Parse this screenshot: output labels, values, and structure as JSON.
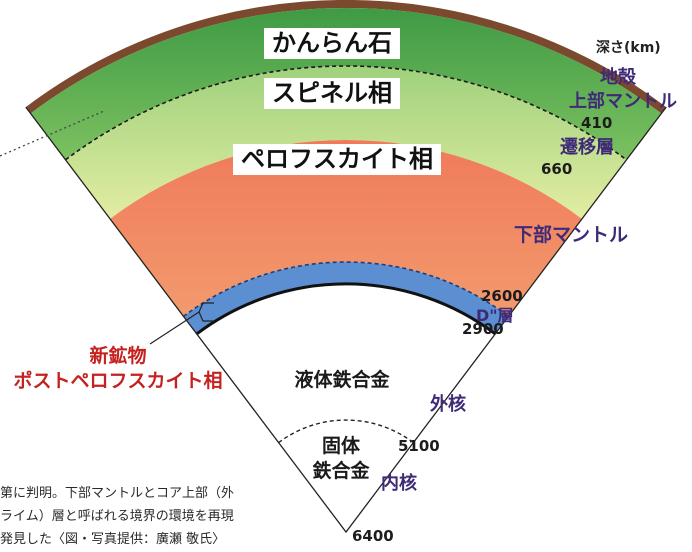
{
  "layers": {
    "olivine": "かんらん石",
    "spinel": "スピネル相",
    "perovskite": "ペロフスカイト相"
  },
  "right_labels": {
    "depth_unit": "深さ(km)",
    "crust": "地殻",
    "upper_mantle": "上部マントル",
    "transition_zone": "遷移層",
    "lower_mantle": "下部マントル",
    "d_layer": "D\"層",
    "outer_core": "外核",
    "inner_core": "内核"
  },
  "depths": {
    "d410": "410",
    "d660": "660",
    "d2600": "2600",
    "d2900": "2900",
    "d5100": "5100",
    "d6400": "6400"
  },
  "core_labels": {
    "liquid": "液体鉄合金",
    "solid_1": "固体",
    "solid_2": "鉄合金"
  },
  "new_mineral": {
    "line1": "新鉱物",
    "line2": "ポストペロフスカイト相"
  },
  "caption": {
    "line1": "第に判明。下部マントルとコア上部（外",
    "line2": "ライム）層と呼ばれる境界の環境を再現",
    "line3": "発見した〈図・写真提供：廣瀬 敬氏〉"
  },
  "colors": {
    "crust": "#7b4a2e",
    "olivine_top": "#3f9a45",
    "olivine_bottom": "#7cc160",
    "spinel_top": "#9fd17c",
    "spinel_bottom": "#e2eda3",
    "perovskite": "#ef8a63",
    "d_layer": "#5b8fd2",
    "purple_text": "#3f2a78",
    "red_text": "#c4211f"
  }
}
